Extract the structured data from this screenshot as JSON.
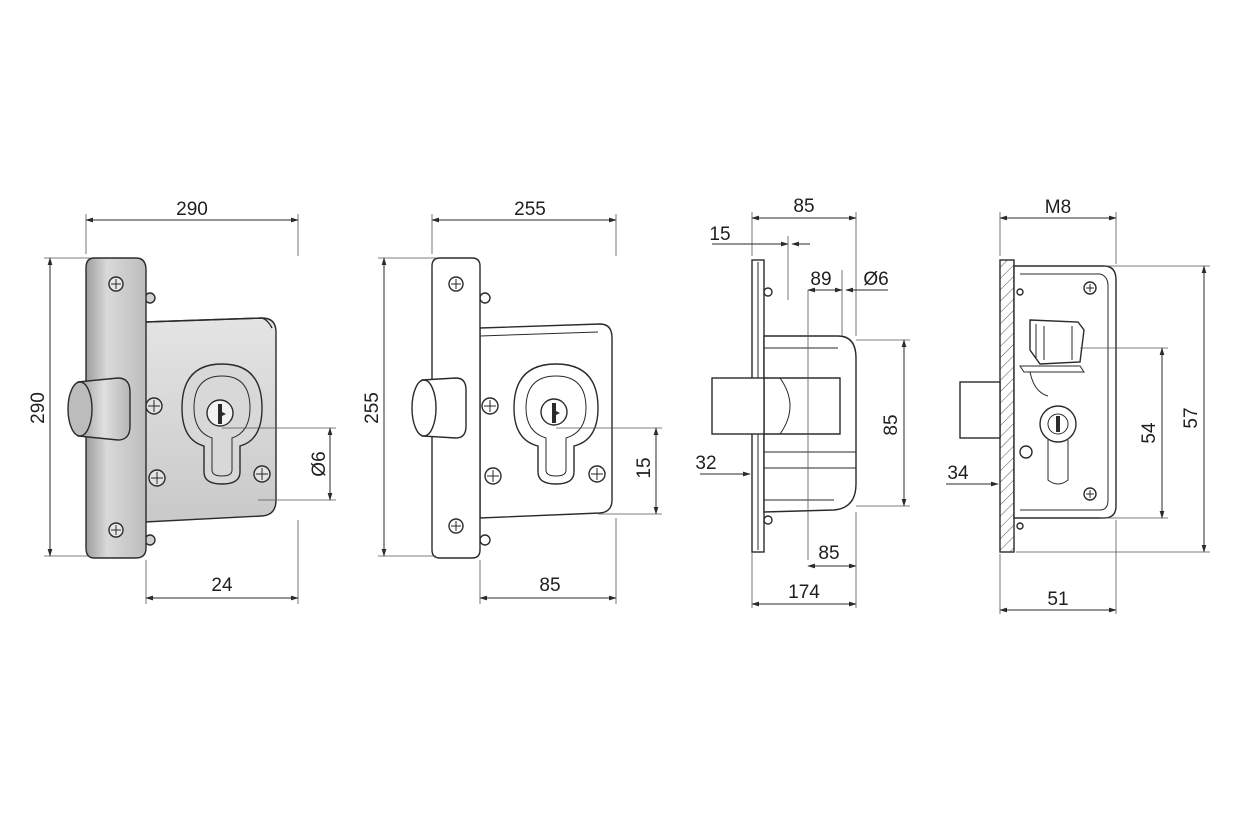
{
  "drawing": {
    "view1": {
      "width_label": "290",
      "height_label": "290",
      "bottom_label": "24",
      "hole_label": "Ø6"
    },
    "view2": {
      "width_label": "255",
      "height_label": "255",
      "bottom_label": "85",
      "right_label": "15"
    },
    "view3": {
      "top_label": "85",
      "offset_label": "15",
      "mid_label": "89",
      "hole_label": "Ø6",
      "height_label": "85",
      "left_label": "32",
      "inner_label": "85",
      "bottom_label": "174"
    },
    "view4": {
      "thread_label": "M8",
      "inner_height_label": "54",
      "outer_height_label": "57",
      "left_label": "34",
      "bottom_label": "51"
    }
  },
  "colors": {
    "metal_light": "#e6e6e6",
    "metal_mid": "#cfcfcf",
    "metal_dark": "#a8a8a8",
    "line": "#2b2b2b"
  }
}
